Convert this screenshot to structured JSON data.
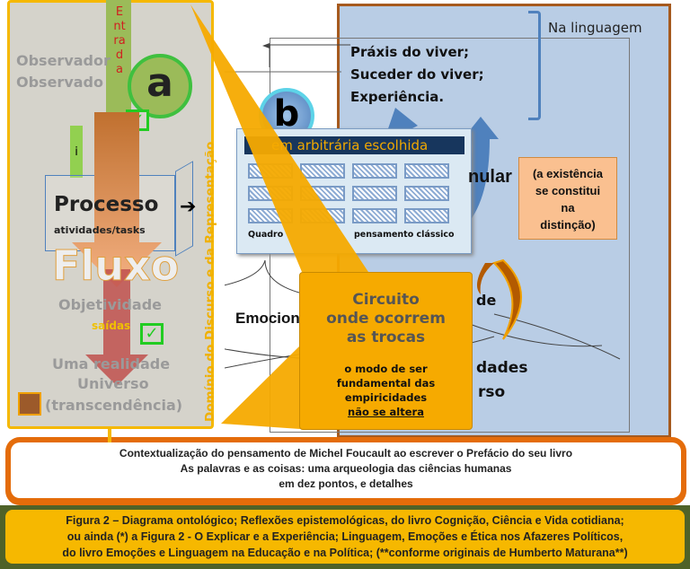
{
  "left_panel": {
    "entrada": "Entrada",
    "observador": "Observador",
    "observado": "Observado",
    "badge_a": "a",
    "badge_i": "i",
    "processo": "Processo",
    "atividades": "atividades/tasks",
    "fluxo": "Fluxo",
    "objetividade": "Objetividade",
    "saidas": "saídas",
    "uma_realidade": "Uma realidade",
    "universo": "Universo",
    "transcendencia": "(transcendência)",
    "vertical_label": "Domínio do Discurso e da Representação"
  },
  "right_panel": {
    "na_linguagem": "Na linguagem",
    "praxis": [
      "Práxis do viver;",
      "Suceder do viver;",
      "Experiência."
    ],
    "badge_b": "b",
    "partial_word": "nular",
    "note": [
      "(a existência",
      "se constitui",
      "na",
      "distinção)"
    ],
    "emocion": "Emocion",
    "de": "de",
    "dades": "dades",
    "rso": "rso"
  },
  "pattern_card": {
    "title": "em arbitrária escolhida",
    "caption_left": "Quadro",
    "caption_right": "pensamento clássico"
  },
  "callout": {
    "title": [
      "Circuito",
      "onde ocorrem",
      "as trocas"
    ],
    "body": [
      "o modo de ser",
      "fundamental das",
      "empiricidades"
    ],
    "underlined": "não se altera"
  },
  "context_box": {
    "lines": [
      "Contextualização do pensamento de Michel Foucault ao escrever o Prefácio do seu livro",
      "As palavras e as coisas: uma arqueologia das ciências humanas",
      "em dez pontos, e detalhes"
    ]
  },
  "caption": {
    "lines": [
      "Figura 2 – Diagrama ontológico; Reflexões epistemológicas, do livro Cognição, Ciência e Vida cotidiana;",
      "ou ainda (*) a Figura 2 - O Explicar e a Experiência; Linguagem, Emoções e Ética nos Afazeres Políticos,",
      "do livro Emoções e Linguagem na Educação e na Política; (**conforme originais de Humberto Maturana**)"
    ]
  },
  "colors": {
    "orange": "#f6aa00",
    "blue_panel": "#b9cde5",
    "green": "#4f6228",
    "context": "#e46c0a"
  }
}
